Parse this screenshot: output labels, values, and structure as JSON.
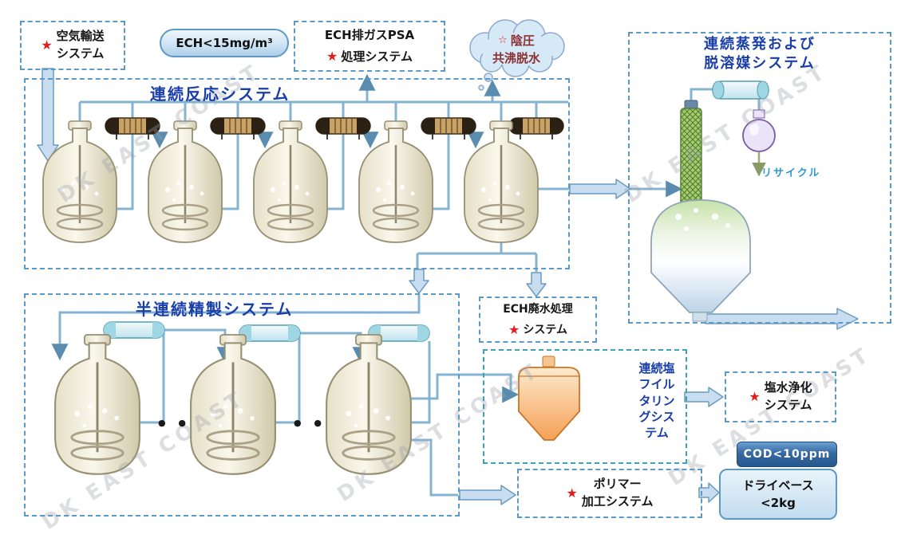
{
  "icons": {
    "star": "★",
    "star_outline": "☆",
    "continuation_dots": "● ●"
  },
  "watermark": {
    "text": "DK EAST COAST"
  },
  "systems": {
    "air_transport": {
      "line1": "空気輸送",
      "line2": "システム"
    },
    "psa_treatment": {
      "line1": "ECH排ガスPSA",
      "line2": "処理システム"
    },
    "reaction": {
      "title": "連続反応システム"
    },
    "purification": {
      "title": "半連続精製システム"
    },
    "evaporation": {
      "title": "連続蒸発および\n脱溶媒システム"
    },
    "wastewater": {
      "line1": "ECH廃水処理",
      "line2": "システム"
    },
    "salt_filtering": {
      "label": "連続塩\nフイル\nタリン\nグシス\nテム"
    },
    "brine_purification": {
      "line1": "塩水浄化",
      "line2": "システム"
    },
    "polymer_processing": {
      "line1": "ポリマー",
      "line2": "加工システム"
    }
  },
  "callouts": {
    "ech_limit": "ECH<15mg/m³",
    "negative_pressure": {
      "line1": "陰圧",
      "line2": "共沸脱水"
    },
    "cod_limit": "COD<10ppm",
    "dry_base": "ドライベース\n<2kg"
  },
  "labels": {
    "recycle": "リサイクル"
  },
  "colors": {
    "title_blue": "#1b3fa8",
    "star_red": "#e81c1c",
    "dashed_border": "#5b9ac6",
    "dashed_border_teal": "#3aa4b4",
    "arrow_fill": "#c8def0",
    "cloud_text": "#8b3030",
    "cod_fill": "#2f6fae"
  }
}
